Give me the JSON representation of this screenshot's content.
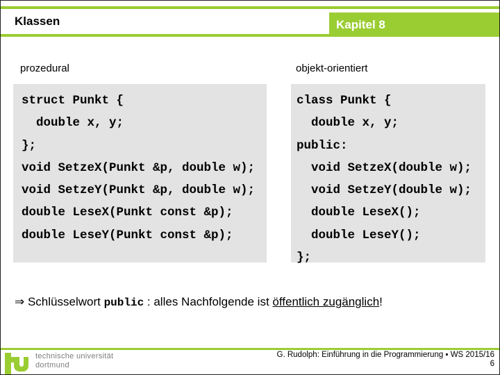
{
  "header": {
    "title": "Klassen",
    "chapter": "Kapitel 8"
  },
  "columns": {
    "left": {
      "label": "prozedural",
      "code": [
        "struct Punkt {",
        "  double x, y;",
        "};",
        "void SetzeX(Punkt &p, double w);",
        "void SetzeY(Punkt &p, double w);",
        "double LeseX(Punkt const &p);",
        "double LeseY(Punkt const &p);"
      ]
    },
    "right": {
      "label": "objekt-orientiert",
      "code": [
        "class Punkt {",
        "  double x, y;",
        "public:",
        "  void SetzeX(double w);",
        "  void SetzeY(double w);",
        "  double LeseX();",
        "  double LeseY();",
        "};"
      ]
    }
  },
  "note": {
    "arrow": "⇒",
    "before_keyword": " Schlüsselwort ",
    "keyword": "public",
    "after_keyword": " : alles Nachfolgende ist ",
    "underlined": "öffentlich zugänglich",
    "suffix": "!"
  },
  "footer": {
    "university_line1": "technische universität",
    "university_line2": "dortmund",
    "credit": "G. Rudolph: Einführung in die Programmierung ▪ WS 2015/16",
    "page_number": "6"
  },
  "colors": {
    "accent_green": "#9ACD32",
    "code_background": "#E3E3E3",
    "university_text_gray": "#7D7D7D"
  }
}
